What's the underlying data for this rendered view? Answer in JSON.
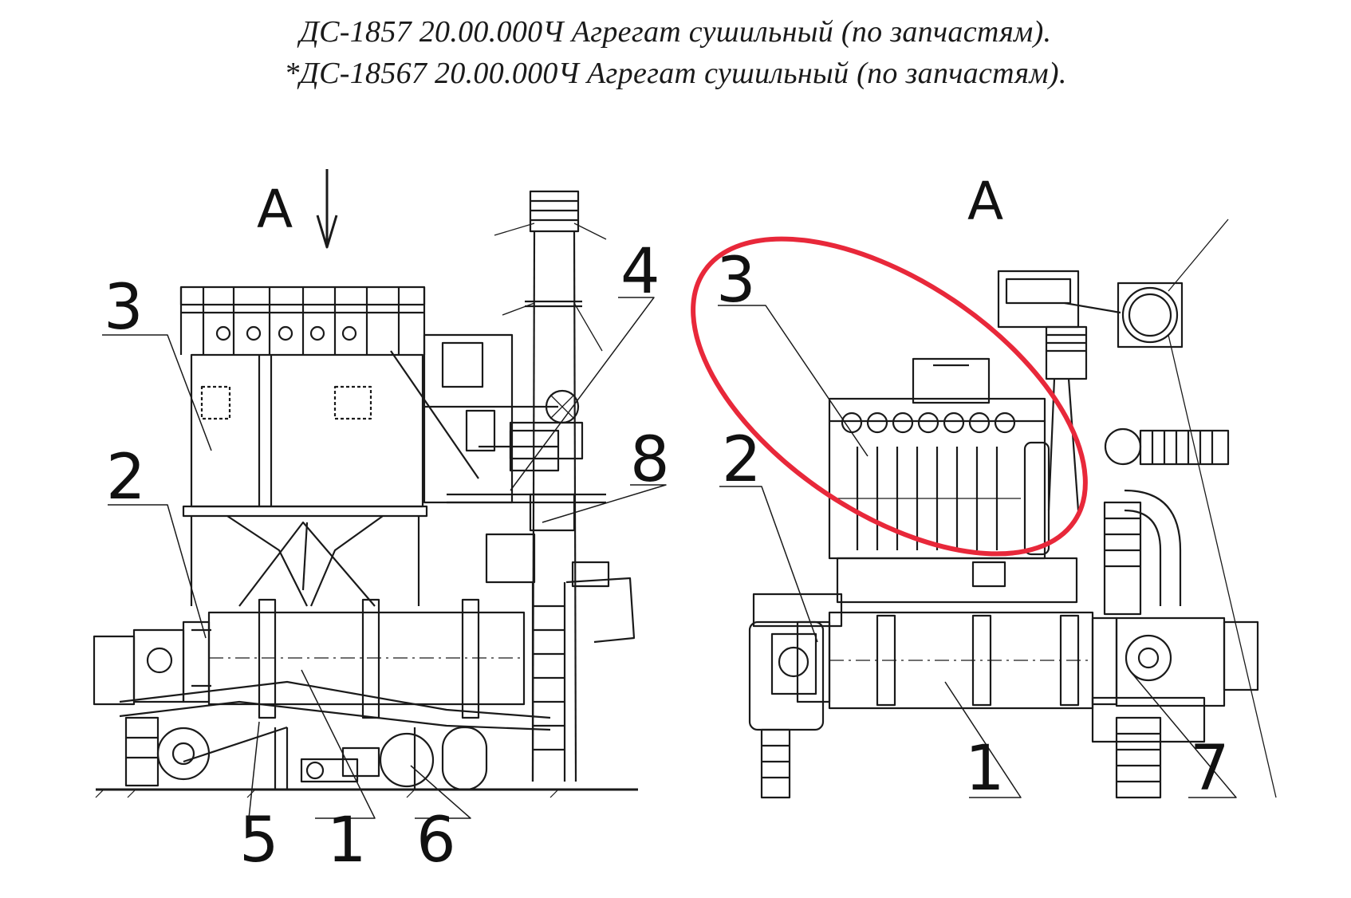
{
  "header": {
    "line1": "ДС-1857 20.00.000Ч Агрегат сушильный (по запчастям).",
    "line2": "*ДС-18567 20.00.000Ч Агрегат сушильный (по запчастям)."
  },
  "left_view": {
    "view_mark": "A",
    "callouts": {
      "c1": "1",
      "c2": "2",
      "c3": "3",
      "c4": "4",
      "c5": "5",
      "c6": "6",
      "c8": "8"
    }
  },
  "right_view": {
    "view_title": "A",
    "callouts": {
      "c1": "1",
      "c2": "2",
      "c3": "3",
      "c7": "7"
    }
  },
  "highlight": {
    "color": "#e8283a"
  },
  "colors": {
    "line": "#1a1a1a",
    "background": "#ffffff"
  }
}
